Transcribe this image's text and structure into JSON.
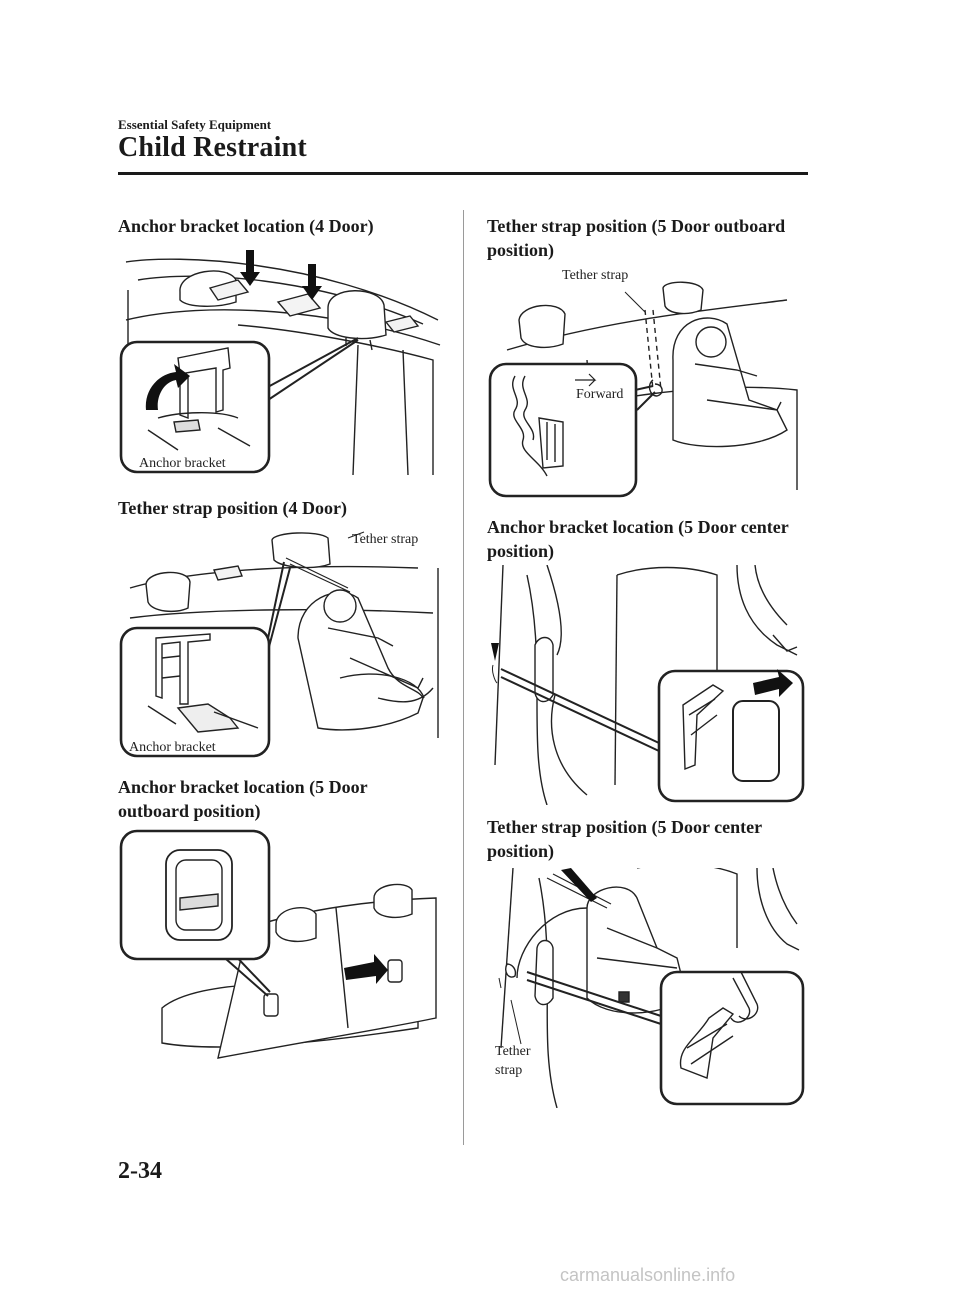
{
  "header": {
    "section": "Essential Safety Equipment",
    "title": "Child Restraint"
  },
  "figures": [
    {
      "caption": "Anchor bracket location (4 Door)",
      "labels": [
        "Anchor bracket"
      ]
    },
    {
      "caption": "Tether strap position (4 Door)",
      "labels": [
        "Tether strap",
        "Anchor bracket"
      ]
    },
    {
      "caption_line1": "Anchor bracket location (5 Door",
      "caption_line2": "outboard position)",
      "labels": []
    },
    {
      "caption_line1": "Tether strap position (5 Door outboard",
      "caption_line2": "position)",
      "labels": [
        "Tether strap",
        "Forward"
      ]
    },
    {
      "caption_line1": "Anchor bracket location (5 Door center",
      "caption_line2": "position)",
      "labels": []
    },
    {
      "caption_line1": "Tether strap position (5 Door center",
      "caption_line2": "position)",
      "labels": [
        "Tether",
        "strap"
      ]
    }
  ],
  "footer": {
    "page_number": "2-34",
    "watermark": "carmanualsonline.info"
  }
}
